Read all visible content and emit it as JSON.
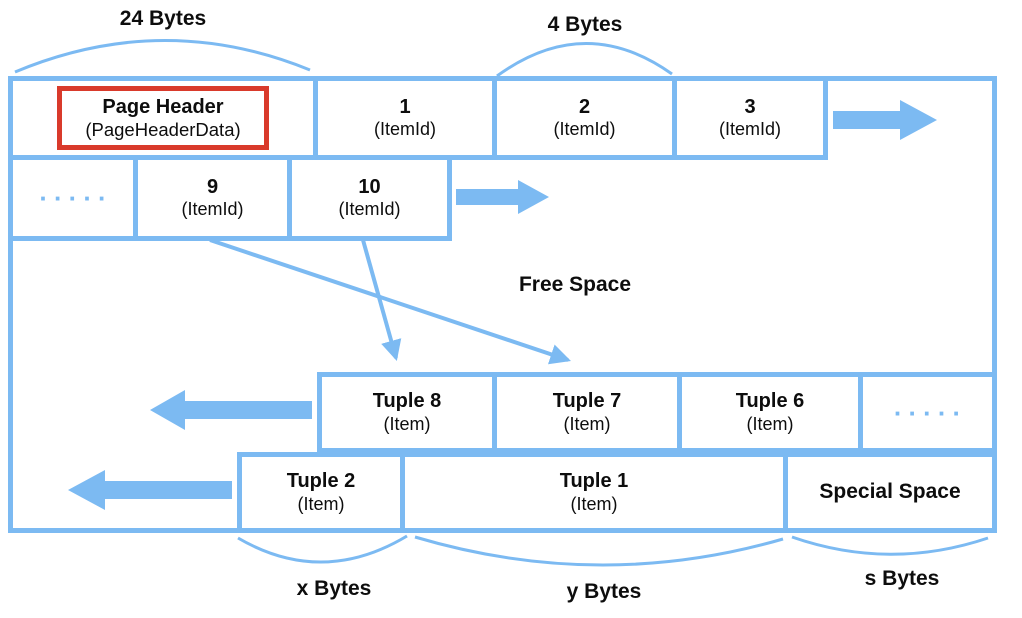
{
  "title": "Database page layout diagram",
  "colors": {
    "blue": "#7CBAF2",
    "red": "#D93A2B",
    "ink": "#0d0d0d"
  },
  "labels": {
    "header_size": "24 Bytes",
    "itemid_size": "4 Bytes",
    "free_space": "Free Space",
    "x_bytes": "x Bytes",
    "y_bytes": "y Bytes",
    "s_bytes": "s Bytes"
  },
  "row1": {
    "page_header": {
      "title": "Page Header",
      "sub": "(PageHeaderData)"
    },
    "items": [
      {
        "title": "1",
        "sub": "(ItemId)"
      },
      {
        "title": "2",
        "sub": "(ItemId)"
      },
      {
        "title": "3",
        "sub": "(ItemId)"
      }
    ]
  },
  "row2": {
    "dots": "·····",
    "items": [
      {
        "title": "9",
        "sub": "(ItemId)"
      },
      {
        "title": "10",
        "sub": "(ItemId)"
      }
    ]
  },
  "row3": {
    "items": [
      {
        "title": "Tuple 8",
        "sub": "(Item)"
      },
      {
        "title": "Tuple 7",
        "sub": "(Item)"
      },
      {
        "title": "Tuple 6",
        "sub": "(Item)"
      }
    ],
    "dots": "·····"
  },
  "row4": {
    "items": [
      {
        "title": "Tuple 2",
        "sub": "(Item)"
      },
      {
        "title": "Tuple 1",
        "sub": "(Item)"
      }
    ],
    "special": "Special Space"
  }
}
